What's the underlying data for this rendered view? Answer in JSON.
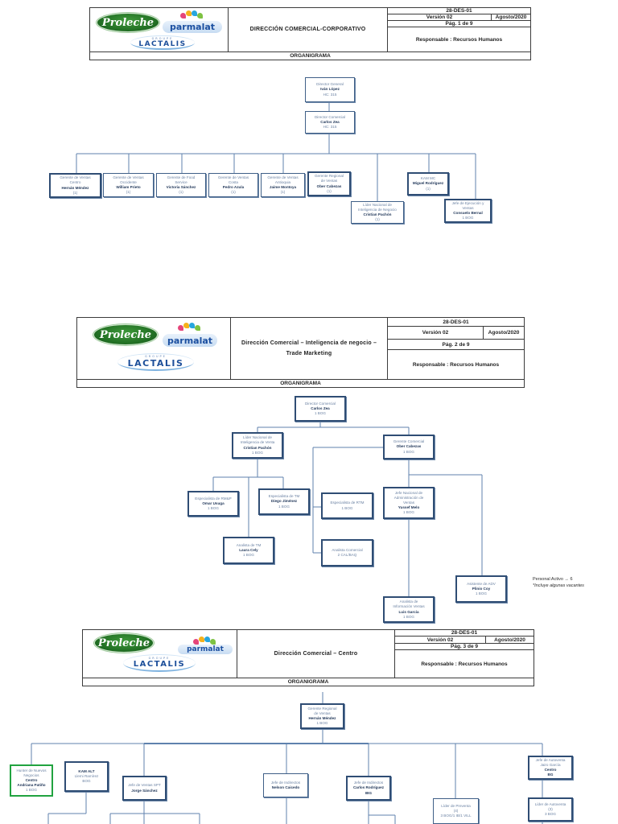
{
  "common": {
    "code": "28-DES-01",
    "version": "Versión 02",
    "date": "Agosto/2020",
    "responsible": "Responsable : Recursos Humanos",
    "section": "ORGANIGRAMA",
    "logos": {
      "proleche": "Proleche",
      "parmalat": "parmalat",
      "lactalis_groupe": "GROUPE",
      "lactalis": "LACTALIS"
    }
  },
  "pages": [
    {
      "title": "DIRECCIÓN COMERCIAL-CORPORATIVO",
      "page_label": "Pág. 1 de 9",
      "nodes": {
        "director_general": {
          "role": "Director General",
          "name": "Iván López",
          "sub": "HC: 315"
        },
        "director_comercial": {
          "role": "Director Comercial",
          "name": "Carlos Zea",
          "sub": "HC: 315"
        },
        "gv_centro": {
          "role1": "Gerente de Ventas",
          "role2": "Centro",
          "name": "Hernán Méndez",
          "sub": "(1)"
        },
        "gv_occidente": {
          "role1": "Gerente de Ventas",
          "role2": "Occidente",
          "name": "William Prieto",
          "sub": "(1)"
        },
        "gf_service": {
          "role1": "Gerente de Food",
          "role2": "Service",
          "name": "Victoria Sánchez",
          "sub": "(1)"
        },
        "gv_costa": {
          "role1": "Gerente de Ventas",
          "role2": "Costa",
          "name": "Pedro Azula",
          "sub": "(1)"
        },
        "gv_antioquia": {
          "role1": "Gerente de Ventas",
          "role2": "Antioquia",
          "name": "Jaime Montoya",
          "sub": "(1)"
        },
        "grv": {
          "role1": "Gerente Regional",
          "role2": "de Ventas",
          "name": "Ober Cabezas",
          "sub": "(1)"
        },
        "lider_inteligencia": {
          "role1": "Líder Nacional de",
          "role2": "Inteligencia de Negocio",
          "name": "Cristian Pachón",
          "sub": "(1)"
        },
        "kam_mc": {
          "role": "KAM MC",
          "name": "Miguel Rodríguez",
          "sub": "(1)"
        },
        "jefe_ejecucion": {
          "role1": "Jefe de Ejecución y",
          "role2": "Ventas",
          "name": "Consuelo Bernal",
          "sub": "1 BOG"
        }
      }
    },
    {
      "title_line1": "Dirección Comercial – Inteligencia de negocio –",
      "title_line2": "Trade Marketing",
      "page_label": "Pág. 2 de 9",
      "nodes": {
        "director_comercial": {
          "role": "Director Comercial",
          "name": "Carlos Zea",
          "sub": "1 BOG"
        },
        "lider_inteligencia": {
          "role1": "Líder Nacional de",
          "role2": "Inteligencia de Venta",
          "name": "Cristian Pachón",
          "sub": "1 BOG"
        },
        "gerente_comercial": {
          "role": "Gerente Comercial",
          "name": "Ober Cabezas",
          "sub": "1 BOG"
        },
        "esp_rmp": {
          "role": "Especialista de RM&P",
          "name": "Omar Usuga",
          "sub": "1  BOG"
        },
        "esp_tm": {
          "role": "Especialista de TM",
          "name": "Diego Jiménez",
          "sub": "1 BOG"
        },
        "esp_rtm": {
          "role": "Especialista de RTM",
          "sub": "1 BOG"
        },
        "jefe_admin": {
          "role1": "Jefe Nacional de",
          "role2": "Administración de",
          "role3": "Ventas",
          "name": "Yussef Melo",
          "sub": "1 BOG"
        },
        "analista_tm": {
          "role": "Analista de TM",
          "name": "Laura Cely",
          "sub": "1 BOG"
        },
        "analista_comercial": {
          "role": "Analista Comercial",
          "sub": "2 CAL/BAQ"
        },
        "asistente_adv": {
          "role": "Asistente de ADV",
          "name": "Plinio Coy",
          "sub": "1 BOG"
        },
        "analista_info": {
          "role1": "Analista de",
          "role2": "Información Ventas",
          "name": "Luis García",
          "sub": "1 BOG"
        }
      },
      "note": {
        "line1": "Personal Activo → 6",
        "line2": "*Incluye algunas vacantes"
      }
    },
    {
      "title": "Dirección Comercial – Centro",
      "page_label": "Pág. 3 de 9",
      "nodes": {
        "grv": {
          "role1": "Gerente Regional",
          "role2": "de Ventas",
          "name": "Hernán Méndez",
          "sub": "1 BOG"
        },
        "hunter": {
          "role1": "Hunter de Nuevos",
          "role2": "Negocios",
          "bold1": "Centro",
          "name": "Andriana Patiño",
          "sub": "1 BOG"
        },
        "kam_alt": {
          "name": "KAM ALT",
          "role": "Llemi Ramírez",
          "sub": "BOG"
        },
        "jefe_spt": {
          "role": "Jefe de Ventas SPT",
          "name": "Jorge Sánchez"
        },
        "jefe_ind_1": {
          "role": "Jefe de Indirectos",
          "name": "Nelson Caicedo"
        },
        "jefe_ind_2": {
          "role": "Jefe de Indirectos",
          "name": "Carlos Rodríguez",
          "sub": "IBG"
        },
        "lider_preventa": {
          "role": "Líder de Preventa",
          "count": "(4)",
          "sub": "3 BOG/1 IB/1 VILL"
        },
        "jefe_autoventa": {
          "role": "Jefe de Autoventa",
          "role2": "Jairo García",
          "bold1": "Centro",
          "name": "BG"
        },
        "lider_autoventa": {
          "role": "Líder de Autoventa",
          "count": "(3)",
          "sub": "3 BOG"
        }
      }
    }
  ]
}
